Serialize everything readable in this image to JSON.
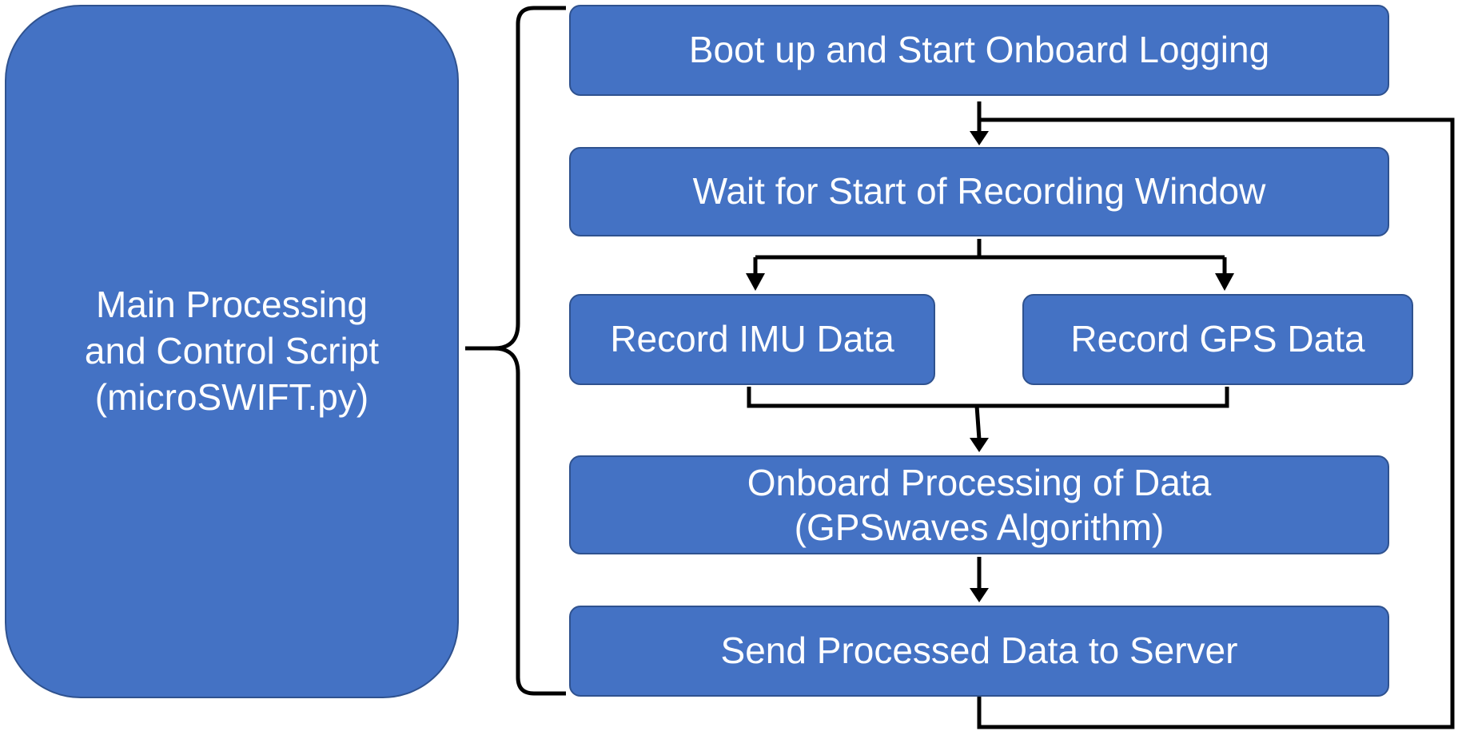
{
  "main_script": {
    "label": "Main Processing\nand Control Script\n(microSWIFT.py)"
  },
  "steps": {
    "boot": "Boot up and Start Onboard Logging",
    "wait": "Wait for Start of Recording Window",
    "imu": "Record IMU Data",
    "gps": "Record GPS Data",
    "process": "Onboard Processing of Data\n(GPSwaves Algorithm)",
    "send": "Send Processed Data to Server"
  },
  "colors": {
    "box_fill": "#4472C4",
    "box_border": "#2F528F",
    "box_text": "#FFFFFF",
    "connector": "#000000"
  }
}
